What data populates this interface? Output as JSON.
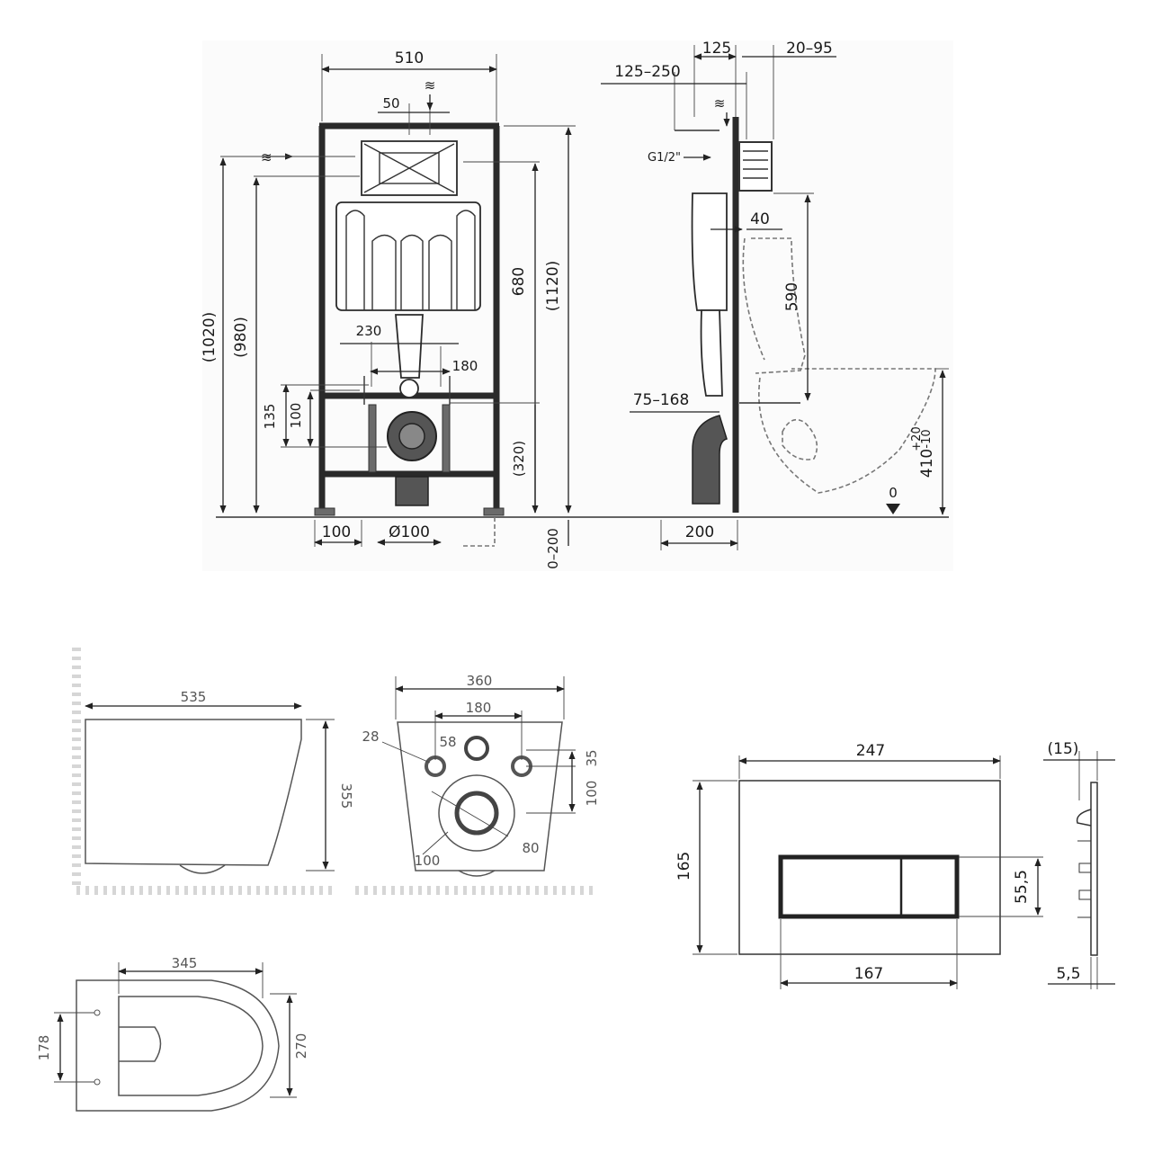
{
  "frame_front": {
    "dims": {
      "width": "510",
      "offset": "50",
      "h1020": "(1020)",
      "h980": "(980)",
      "h680": "680",
      "h1120": "(1120)",
      "w230": "230",
      "w180": "180",
      "h135": "135",
      "h100": "100",
      "h320": "(320)",
      "w100": "100",
      "dia100": "Ø100",
      "floor": "0–200"
    }
  },
  "frame_side": {
    "dims": {
      "d125": "125",
      "d20_95": "20–95",
      "d125_250": "125–250",
      "thread": "G1/2\"",
      "d40": "40",
      "d590": "590",
      "d75_168": "75–168",
      "d200": "200",
      "zero": "0",
      "h410": "410",
      "tol_plus": "+20",
      "tol_minus": "-10"
    }
  },
  "bowl_side": {
    "length": "535",
    "height": "355"
  },
  "bowl_back": {
    "width": "360",
    "holes_spacing": "180",
    "d28": "28",
    "d58": "58",
    "d35": "35",
    "d100v": "100",
    "d100": "100",
    "d80": "80"
  },
  "bowl_top": {
    "width": "345",
    "spacing": "178",
    "depth": "270"
  },
  "plate_front": {
    "width": "247",
    "height": "165",
    "button_height": "55,5",
    "button_width": "167"
  },
  "plate_side": {
    "depth": "(15)",
    "thickness": "5,5"
  },
  "colors": {
    "line": "#222222",
    "hatch": "#c8c8c8",
    "fill_dark": "#6b6b6b"
  }
}
